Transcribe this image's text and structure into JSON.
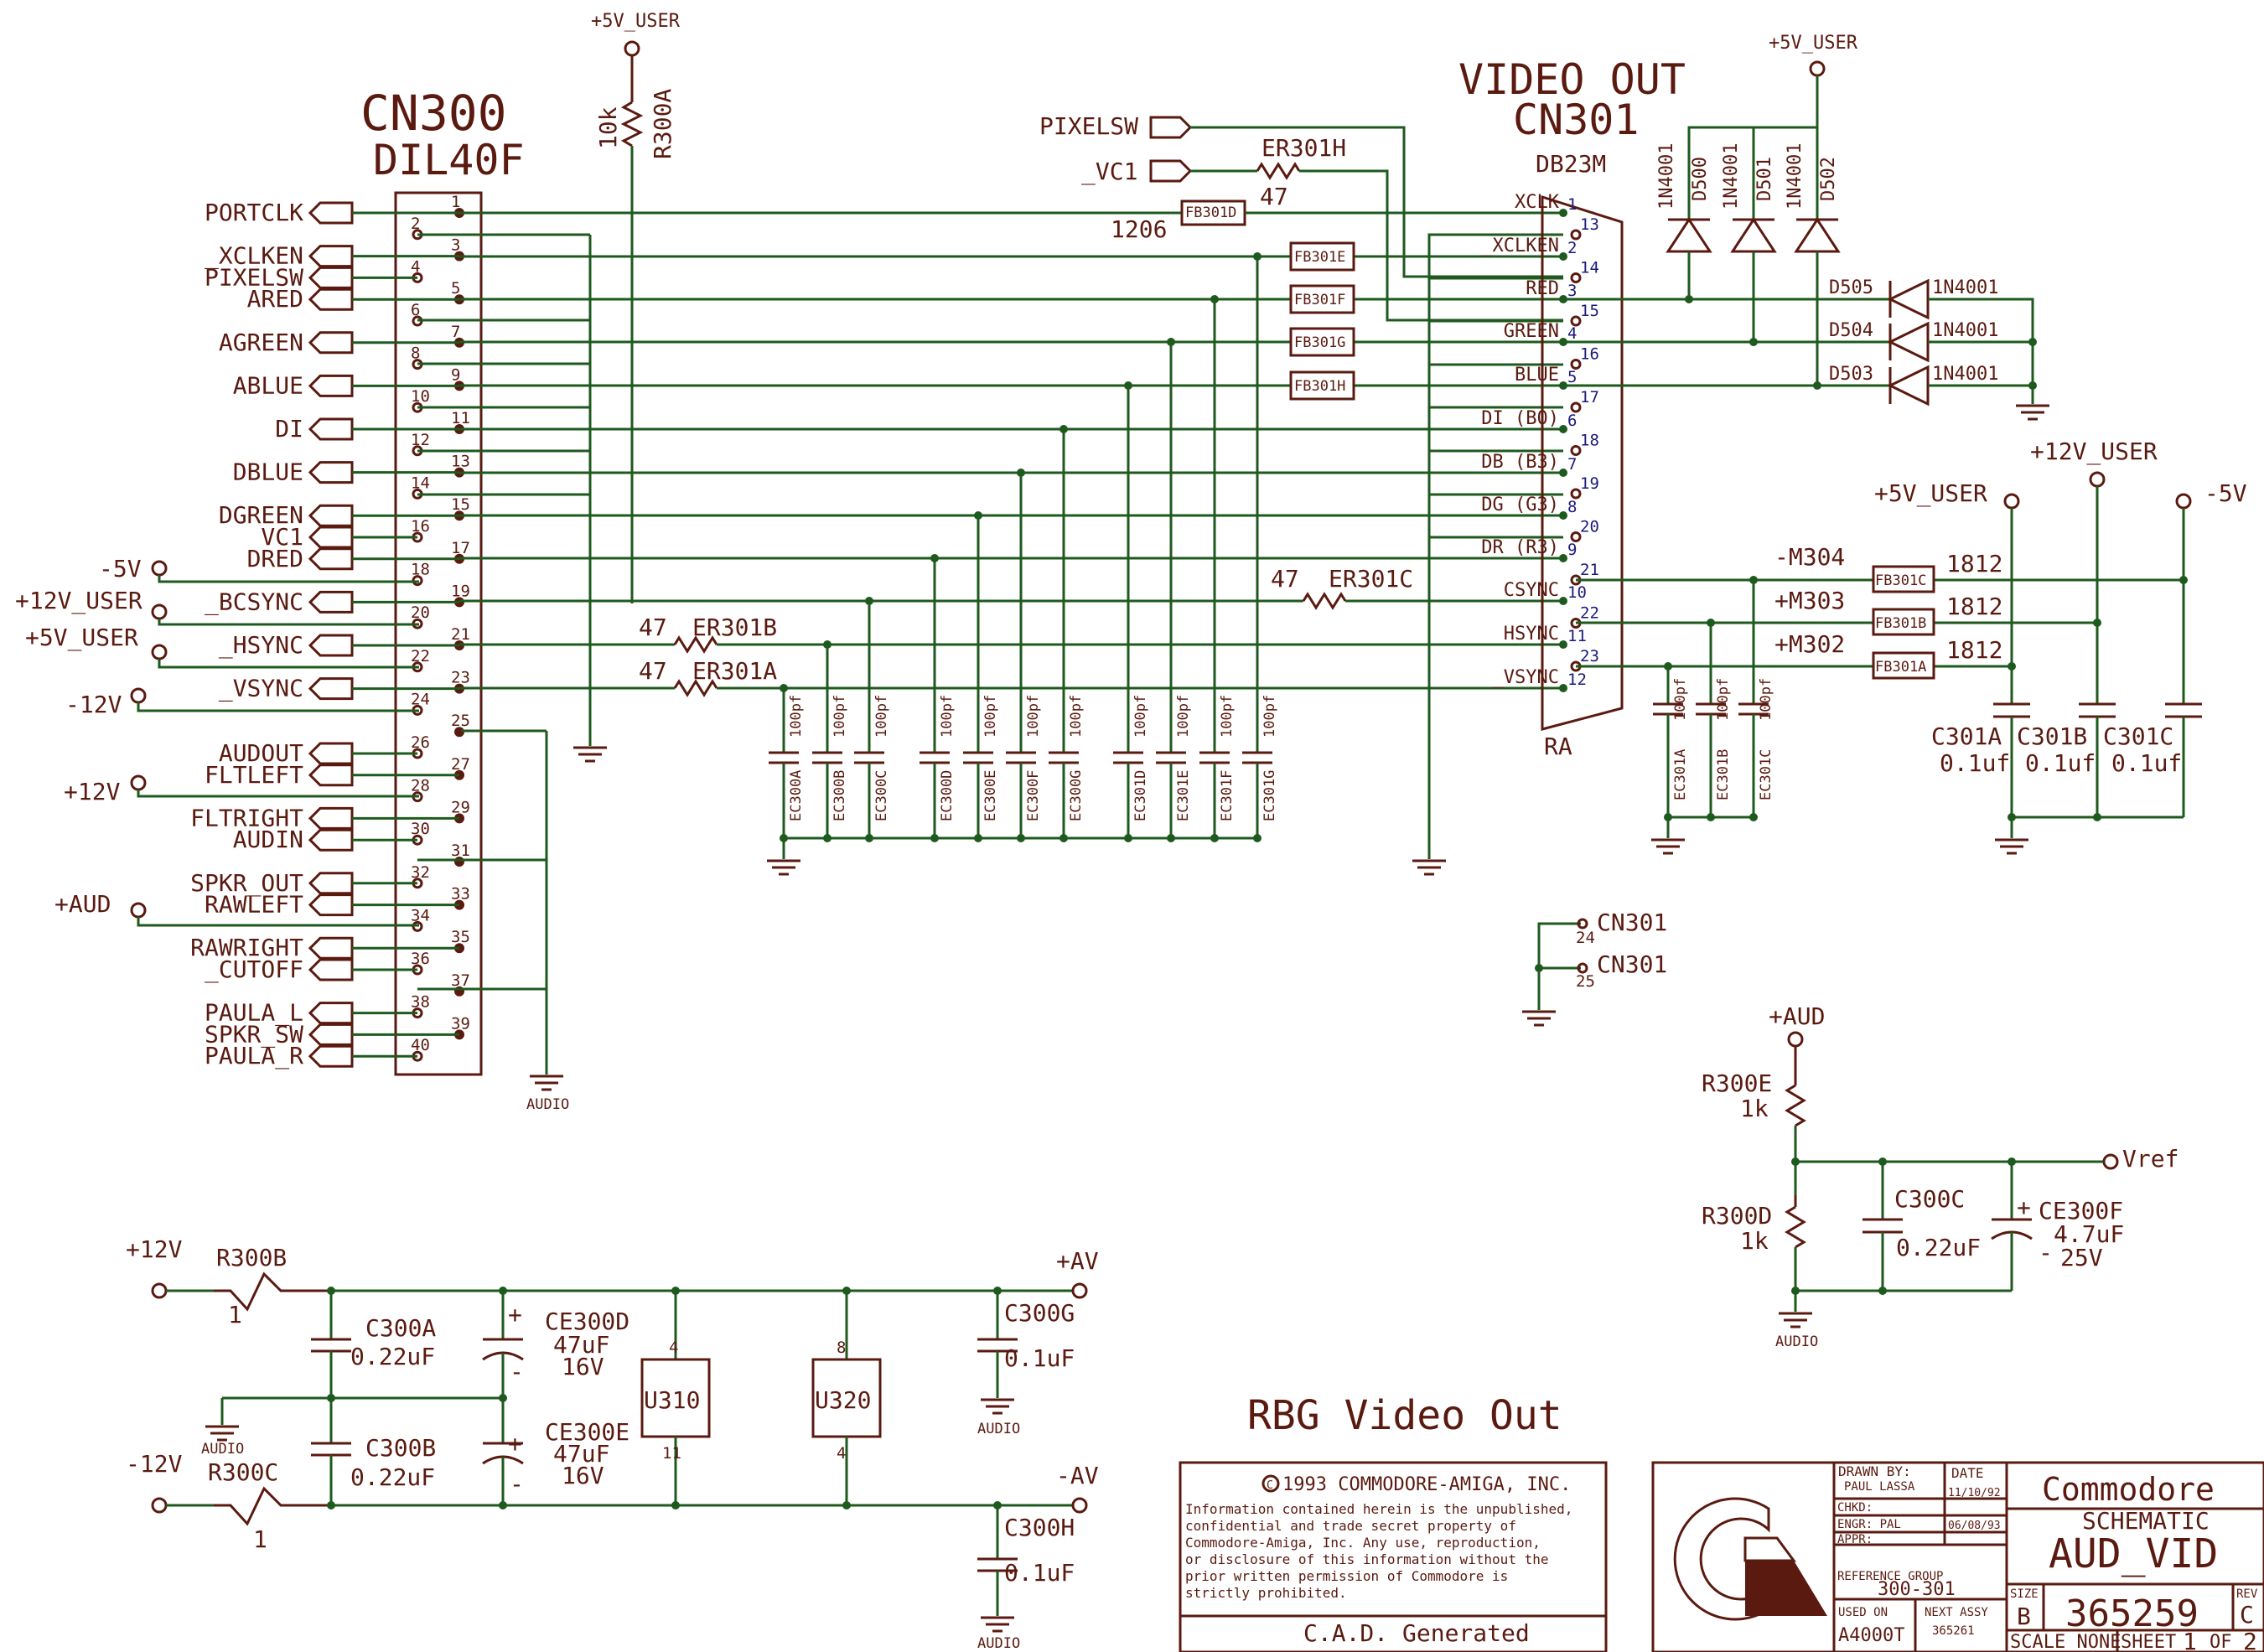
{
  "sheet_title": "RBG Video Out",
  "cn300": {
    "ref": "CN300",
    "type": "DIL40F",
    "left_signals": [
      "PORTCLK",
      "_XCLKEN",
      "PIXELSW",
      "ARED",
      "AGREEN",
      "ABLUE",
      "DI",
      "DBLUE",
      "DGREEN",
      "VC1",
      "DRED",
      "_BCSYNC",
      "_HSYNC",
      "_VSYNC",
      "AUDOUT",
      "FLTLEFT",
      "FLTRIGHT",
      "AUDIN",
      "SPKR_OUT",
      "RAWLEFT",
      "RAWRIGHT",
      "_CUTOFF",
      "PAULA_L",
      "SPKR_SW",
      "PAULA_R"
    ],
    "power_labels": [
      "-5V",
      "+12V_USER",
      "+5V_USER",
      "-12V",
      "+12V",
      "+AUD"
    ],
    "pins": [
      "1",
      "2",
      "3",
      "4",
      "5",
      "6",
      "7",
      "8",
      "9",
      "10",
      "11",
      "12",
      "13",
      "14",
      "15",
      "16",
      "17",
      "18",
      "19",
      "20",
      "21",
      "22",
      "23",
      "24",
      "25",
      "26",
      "27",
      "28",
      "29",
      "30",
      "31",
      "32",
      "33",
      "34",
      "35",
      "36",
      "37",
      "38",
      "39",
      "40"
    ],
    "audio_ground": "AUDIO"
  },
  "r300a": {
    "ref": "R300A",
    "value": "10k",
    "supply": "+5V_USER"
  },
  "upper": {
    "pixelsw": "PIXELSW",
    "vc1": "_VC1",
    "er301h": "ER301H",
    "er301h_val": "47",
    "fb301d": "FB301D",
    "fb301d_pkg": "1206",
    "fb": [
      "FB301E",
      "FB301F",
      "FB301G",
      "FB301H"
    ],
    "er301b": "ER301B",
    "er301b_val": "47",
    "er301a": "ER301A",
    "er301a_val": "47",
    "er301c": "ER301C",
    "er301c_val": "47",
    "caps": [
      "EC300A",
      "EC300B",
      "EC300C",
      "EC300D",
      "EC300E",
      "EC300F",
      "EC300G",
      "EC301D",
      "EC301E",
      "EC301F",
      "EC301G"
    ],
    "cap_value": "100pf"
  },
  "cn301": {
    "title": "VIDEO OUT",
    "ref": "CN301",
    "type": "DB23M",
    "suffix": "RA",
    "signals": [
      "XCLK",
      "_XCLKEN",
      "RED",
      "GREEN",
      "BLUE",
      "DI (B0)",
      "DB (B3)",
      "DG (G3)",
      "DR (R3)",
      "CSYNC",
      "HSYNC",
      "_VSYNC"
    ],
    "left_pins": [
      "1",
      "2",
      "3",
      "4",
      "5",
      "6",
      "7",
      "8",
      "9",
      "10",
      "11",
      "12"
    ],
    "right_pins": [
      "13",
      "14",
      "15",
      "16",
      "17",
      "18",
      "19",
      "20",
      "21",
      "22",
      "23"
    ],
    "extra_pins": [
      "24",
      "25"
    ]
  },
  "diodes": {
    "supply": "+5V_USER",
    "part": "1N4001",
    "top_refs": [
      "D500",
      "D501",
      "D502"
    ],
    "side_refs": [
      "D505",
      "D504",
      "D503"
    ]
  },
  "right_power": {
    "plus5": "+5V_USER",
    "plus12": "+12V_USER",
    "minus5": "-5V",
    "nets": [
      "-M304",
      "+M303",
      "+M302"
    ],
    "fb": [
      "FB301C",
      "FB301B",
      "FB301A"
    ],
    "fb_pkg": "1812",
    "caps": [
      "C301A",
      "C301B",
      "C301C"
    ],
    "cap_value": "0.1uf",
    "ec_caps": [
      "EC301A",
      "EC301B",
      "EC301C"
    ],
    "ec_value": "100pf"
  },
  "vref": {
    "supply": "+AUD",
    "r_top": "R300E",
    "r_top_val": "1k",
    "r_bot": "R300D",
    "r_bot_val": "1k",
    "cap": "C300C",
    "cap_val": "0.22uF",
    "ecap": "CE300F",
    "ecap_val": "4.7uF",
    "ecap_v": "25V",
    "net": "Vref",
    "ground": "AUDIO"
  },
  "supply_filter": {
    "plus12": "+12V",
    "minus12": "-12V",
    "r_top": "R300B",
    "r_top_val": "1",
    "r_bot": "R300C",
    "r_bot_val": "1",
    "c_a": "C300A",
    "c_a_val": "0.22uF",
    "c_b": "C300B",
    "c_b_val": "0.22uF",
    "ce_d": "CE300D",
    "ce_e": "CE300E",
    "ce_val": "47uF",
    "ce_v": "16V",
    "u1": "U310",
    "u2": "U320",
    "plus_av": "+AV",
    "minus_av": "-AV",
    "c_g": "C300G",
    "c_h": "C300H",
    "c_out_val": "0.1uF",
    "ground": "AUDIO"
  },
  "title_block": {
    "copyright": "1993 COMMODORE-AMIGA, INC.",
    "notice": [
      "Information contained herein is the unpublished,",
      "confidential and trade secret property of",
      "Commodore-Amiga, Inc.  Any use, reproduction,",
      "or disclosure of this information without the",
      "prior written permission of Commodore is",
      "strictly prohibited."
    ],
    "cad": "C.A.D. Generated",
    "drawn_by_label": "DRAWN BY:",
    "drawn_by": "PAUL LASSA",
    "date_label": "DATE",
    "date1": "11/10/92",
    "chkd": "CHKD:",
    "engr": "ENGR: PAL",
    "date2": "06/08/93",
    "appr": "APPR:",
    "ref_group_label": "REFERENCE GROUP",
    "ref_group": "300-301",
    "used_on_label": "USED ON",
    "used_on": "A4000T",
    "next_assy_label": "NEXT ASSY",
    "next_assy": "365261",
    "company": "Commodore",
    "schematic": "SCHEMATIC",
    "name": "AUD_VID",
    "size_label": "SIZE",
    "size": "B",
    "number": "365259",
    "rev_label": "REV",
    "rev": "C",
    "scale": "SCALE NONE",
    "sheet": "SHEET",
    "sheet_no": "1",
    "of": "OF",
    "of_no": "2"
  }
}
